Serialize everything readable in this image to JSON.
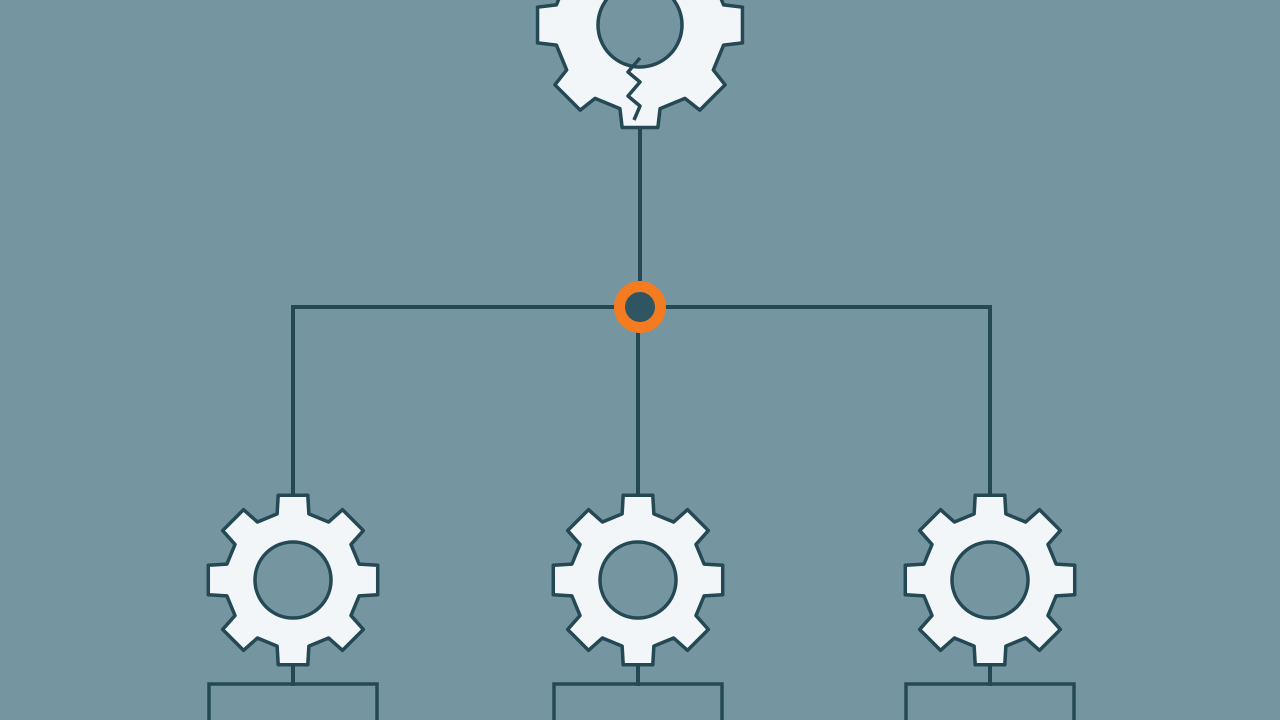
{
  "colors": {
    "background": "#7596a0",
    "line": "#244955",
    "gear_fill": "#f2f6f9",
    "gear_stroke": "#244955",
    "hub_ring": "#f47b20",
    "hub_center": "#2f5563"
  },
  "diagram": {
    "root": {
      "name": "broken-gear-icon",
      "broken": true
    },
    "hub": {
      "name": "junction-node"
    },
    "children": [
      {
        "name": "gear-icon-left"
      },
      {
        "name": "gear-icon-center"
      },
      {
        "name": "gear-icon-right"
      }
    ]
  }
}
